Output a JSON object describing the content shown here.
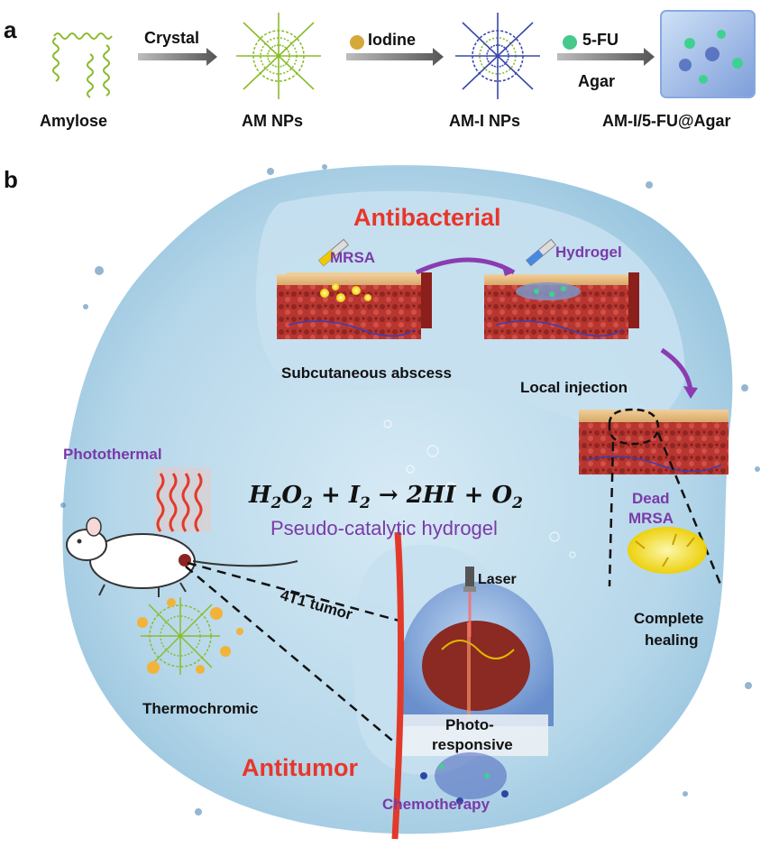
{
  "panel_a": {
    "letter": "a",
    "stages": [
      "Amylose",
      "AM NPs",
      "AM-I NPs",
      "AM-I/5-FU@Agar"
    ],
    "arrows": [
      "Crystal",
      "Iodine",
      "5-FU",
      "Agar"
    ]
  },
  "panel_b": {
    "letter": "b",
    "antibacterial": {
      "title": "Antibacterial",
      "mrsa": "MRSA",
      "hydrogel": "Hydrogel",
      "abscess": "Subcutaneous abscess",
      "injection": "Local injection",
      "dead": "Dead",
      "dead2": "MRSA",
      "healing1": "Complete",
      "healing2": "healing"
    },
    "center": {
      "eq_h": "H",
      "eq_2a": "2",
      "eq_o": "O",
      "eq_2b": "2",
      "eq_plus1": " + ",
      "eq_i": "I",
      "eq_2c": "2",
      "eq_arrow": " → ",
      "eq_prod": "2HI",
      "eq_plus2": " + ",
      "eq_o2": "O",
      "eq_2d": "2",
      "subtitle": "Pseudo-catalytic hydrogel"
    },
    "antitumor": {
      "title": "Antitumor",
      "photothermal": "Photothermal",
      "tumor": "4T1 tumor",
      "thermochromic": "Thermochromic",
      "laser": "Laser",
      "photo1": "Photo-",
      "photo2": "responsive",
      "chemo": "Chemotherapy"
    }
  }
}
